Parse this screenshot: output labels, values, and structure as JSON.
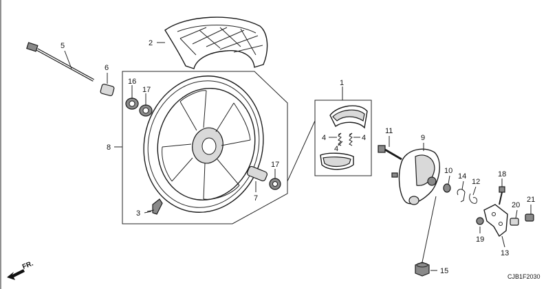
{
  "diagram": {
    "direction_label": "FR.",
    "drawing_code": "CJB1F2030",
    "callouts": {
      "c1": "1",
      "c2": "2",
      "c3": "3",
      "c4a": "4",
      "c4b": "4",
      "c4c": "4",
      "c5": "5",
      "c6": "6",
      "c7": "7",
      "c8": "8",
      "c9": "9",
      "c10": "10",
      "c11": "11",
      "c12": "12",
      "c13": "13",
      "c14": "14",
      "c15": "15",
      "c16": "16",
      "c17a": "17",
      "c17b": "17",
      "c18": "18",
      "c19": "19",
      "c20": "20",
      "c21": "21"
    }
  }
}
